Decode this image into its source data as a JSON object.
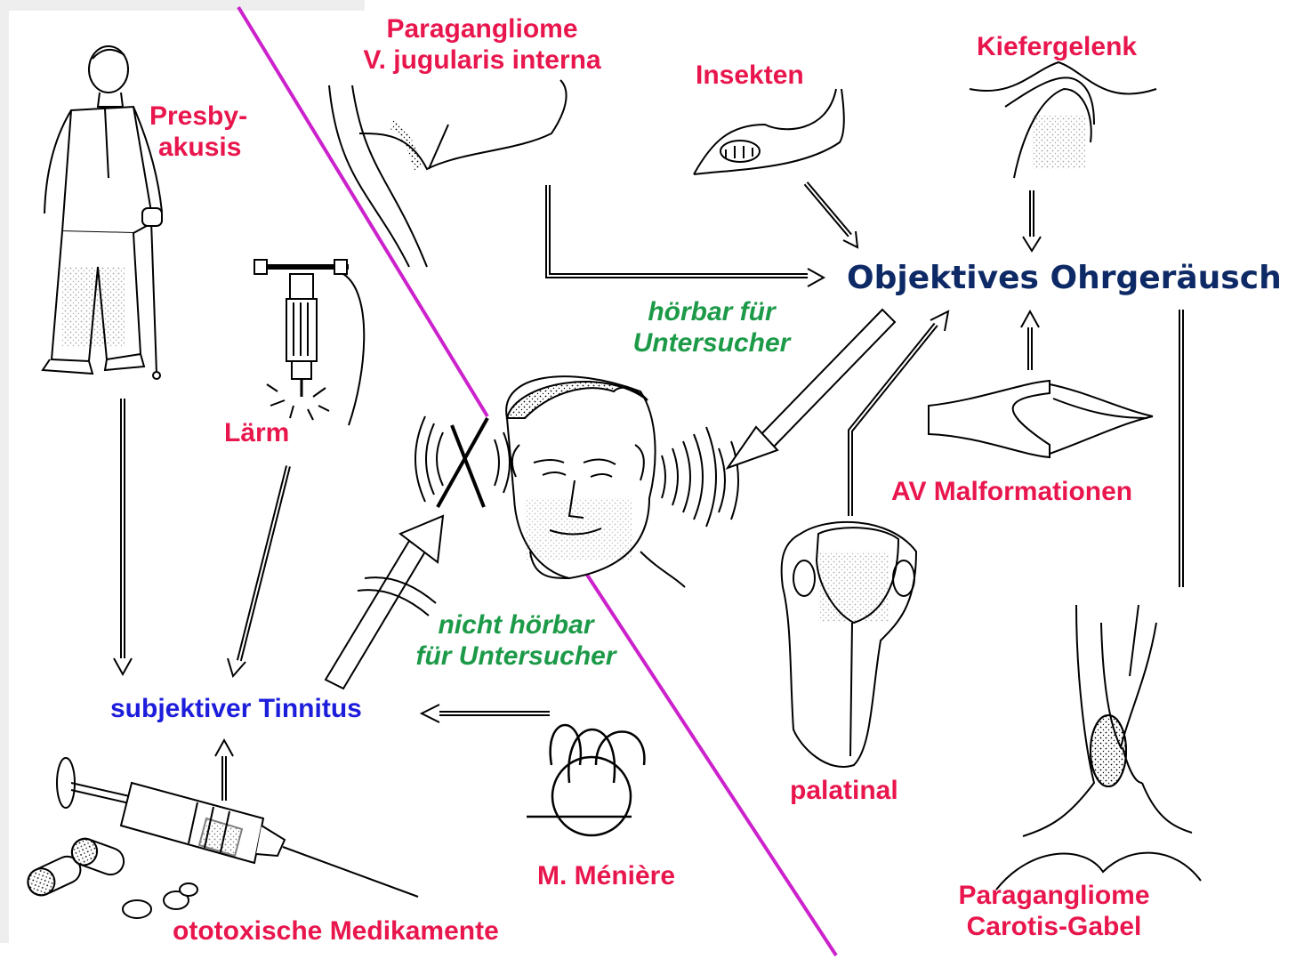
{
  "center": {
    "objective": "Objektives Ohrgeräusch",
    "subjective": "subjektiver Tinnitus",
    "audible": [
      "hörbar für",
      "Untersucher"
    ],
    "not_audible": [
      "nicht hörbar",
      "für Untersucher"
    ]
  },
  "subjective_causes": {
    "presbyakusis": [
      "Presby-",
      "akusis"
    ],
    "laerm": "Lärm",
    "medikamente": "ototoxische Medikamente",
    "meniere": "M. Ménière"
  },
  "objective_causes": {
    "jugularis": [
      "Paragangliome",
      "V. jugularis interna"
    ],
    "insekten": "Insekten",
    "kiefergelenk": "Kiefergelenk",
    "av": "AV Malformationen",
    "palatinal": "palatinal",
    "carotis": [
      "Paragangliome",
      "Carotis-Gabel"
    ]
  },
  "colors": {
    "red_label": "#e8164d",
    "green_label": "#1c9a48",
    "blue_label": "#1d1ddc",
    "navy_label": "#0e2a66",
    "divider": "#cc22cc",
    "line_art": "#000000"
  }
}
